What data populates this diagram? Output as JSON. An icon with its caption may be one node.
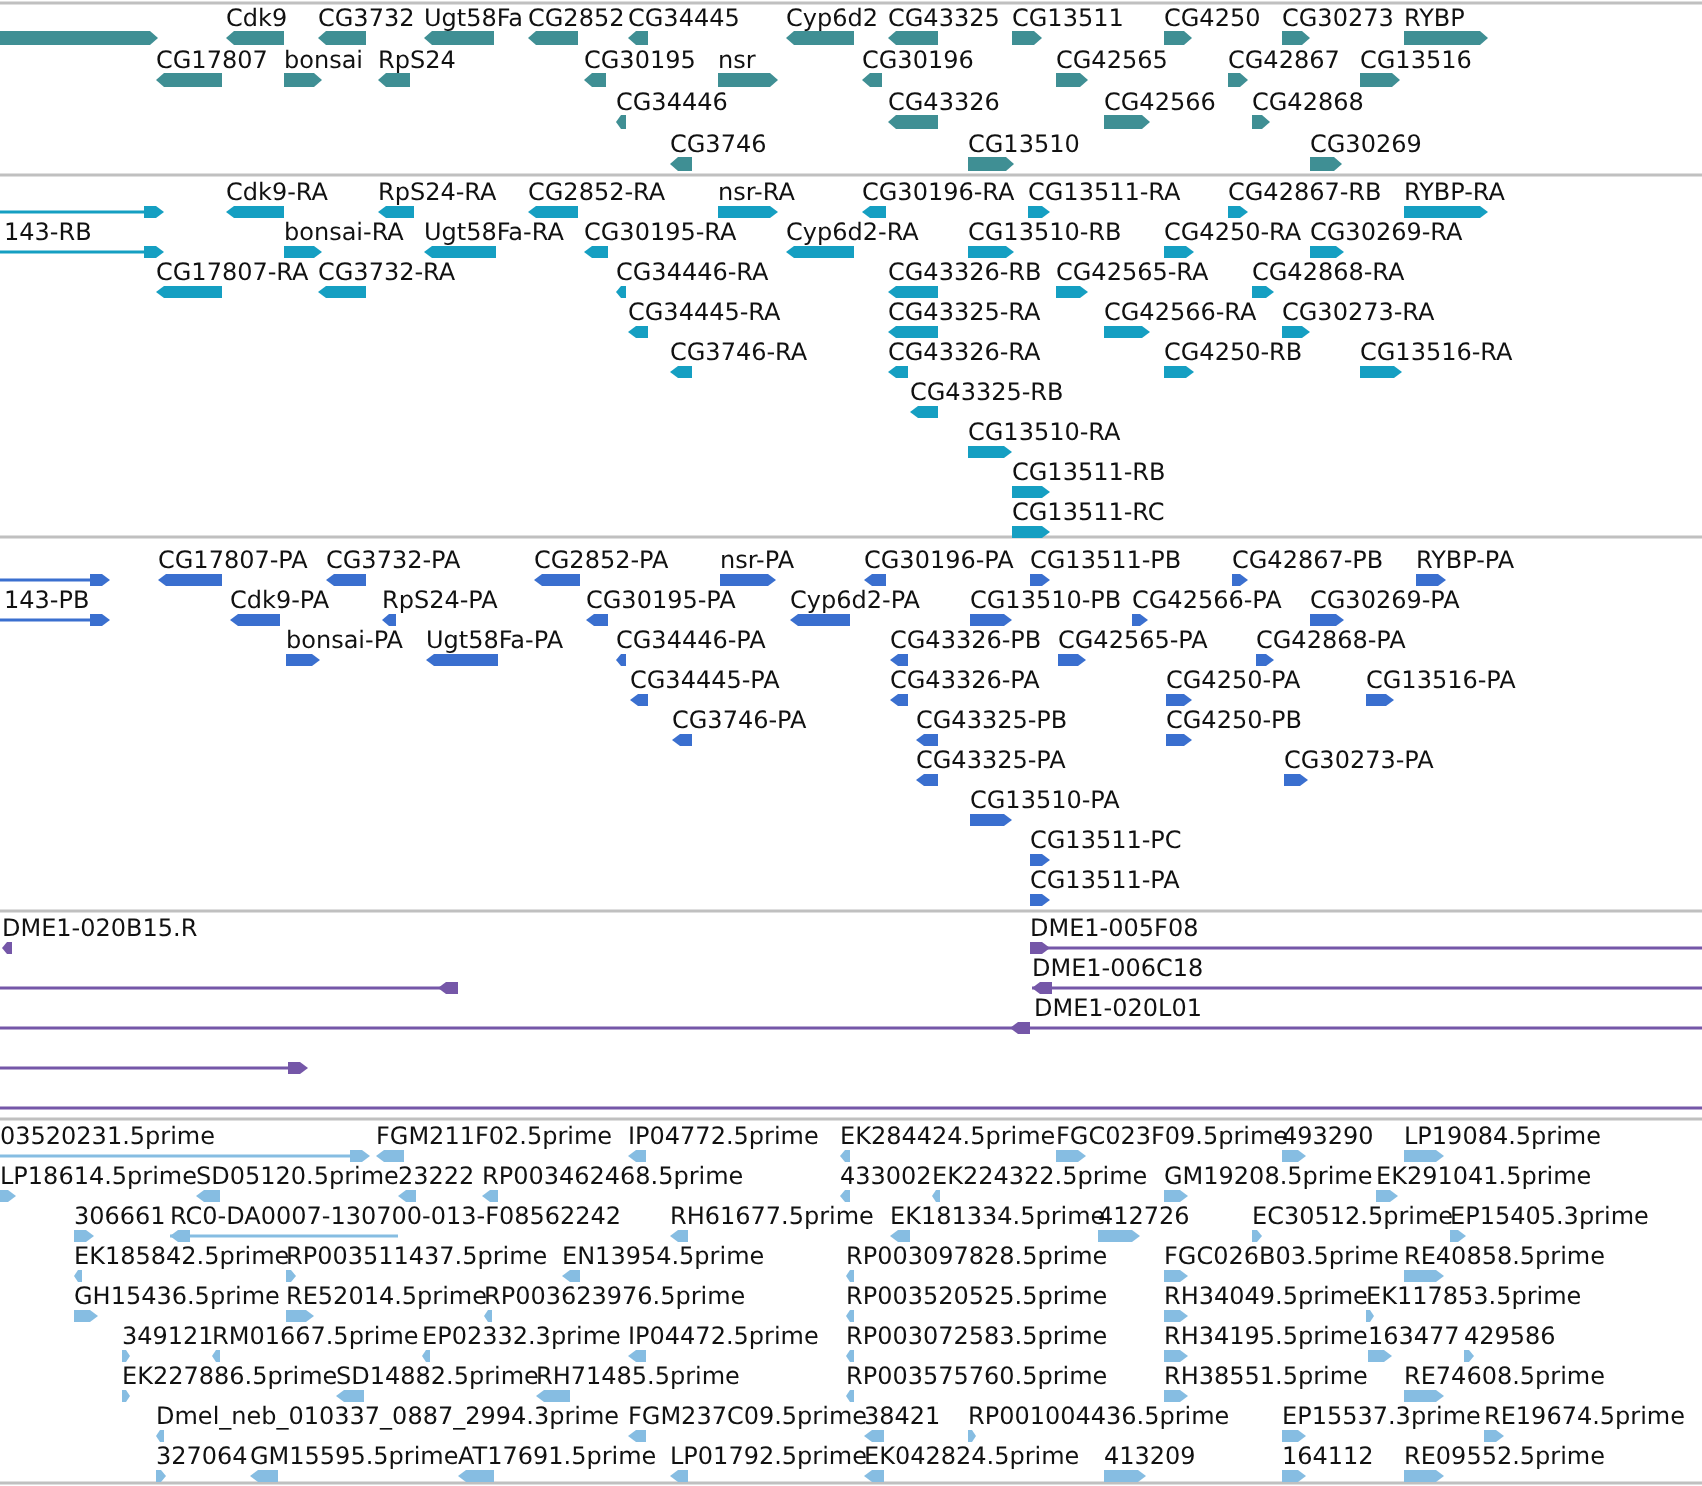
{
  "diagram": {
    "labels": [
      "Cdk9",
      "CG3732",
      "Ugt58Fa",
      "CG2852",
      "CG34445",
      "Cyp6d2",
      "CG43325",
      "CG13511",
      "CG4250",
      "CG30273",
      "RYBP",
      "CG17807",
      "bonsai",
      "RpS24",
      "CG30195",
      "nsr",
      "CG30196",
      "CG42565",
      "CG42867",
      "CG13516",
      "CG34446",
      "CG43326",
      "CG42566",
      "CG42868",
      "CG3746",
      "CG13510",
      "CG30269",
      "Cdk9-RA",
      "RpS24-RA",
      "CG2852-RA",
      "nsr-RA",
      "CG30196-RA",
      "CG13511-RA",
      "CG42867-RB",
      "RYBP-RA",
      "143-RB",
      "bonsai-RA",
      "Ugt58Fa-RA",
      "CG30195-RA",
      "Cyp6d2-RA",
      "CG13510-RB",
      "CG4250-RA",
      "CG30269-RA",
      "CG17807-RA",
      "CG3732-RA",
      "CG34446-RA",
      "CG43326-RB",
      "CG42565-RA",
      "CG42868-RA",
      "CG34445-RA",
      "CG43325-RA",
      "CG42566-RA",
      "CG30273-RA",
      "CG3746-RA",
      "CG43326-RA",
      "CG4250-RB",
      "CG13516-RA",
      "CG43325-RB",
      "CG13510-RA",
      "CG13511-RB",
      "CG13511-RC",
      "CG17807-PA",
      "CG3732-PA",
      "CG2852-PA",
      "nsr-PA",
      "CG30196-PA",
      "CG13511-PB",
      "CG42867-PB",
      "RYBP-PA",
      "143-PB",
      "Cdk9-PA",
      "RpS24-PA",
      "CG30195-PA",
      "Cyp6d2-PA",
      "CG13510-PB",
      "CG42566-PA",
      "CG30269-PA",
      "bonsai-PA",
      "Ugt58Fa-PA",
      "CG34446-PA",
      "CG43326-PB",
      "CG42565-PA",
      "CG42868-PA",
      "CG34445-PA",
      "CG43326-PA",
      "CG4250-PA",
      "CG13516-PA",
      "CG3746-PA",
      "CG43325-PB",
      "CG4250-PB",
      "CG43325-PA",
      "CG30273-PA",
      "CG13510-PA",
      "CG13511-PC",
      "CG13511-PA",
      "DME1-020B15.R",
      "DME1-005F08",
      "DME1-006C18",
      "DME1-020L01",
      "03520231.5prime",
      "FGM211F02.5prime",
      "IP04772.5prime",
      "EK284424.5prime",
      "FGC023F09.5prime",
      "493290",
      "LP19084.5prime",
      "LP18614.5prime",
      "SD05120.5prime",
      "23222",
      "RP003462468.5prime",
      "433002",
      "EK224322.5prime",
      "GM19208.5prime",
      "EK291041.5prime",
      "306661",
      "RC0-DA0007-130700-013-F08562242",
      "RH61677.5prime",
      "EK181334.5prime",
      "412726",
      "EC30512.5prime",
      "EP15405.3prime",
      "EK185842.5prime",
      "RP003511437.5prime",
      "EN13954.5prime",
      "RP003097828.5prime",
      "FGC026B03.5prime",
      "RE40858.5prime",
      "GH15436.5prime",
      "RE52014.5prime",
      "RP003623976.5prime",
      "RP003520525.5prime",
      "RH34049.5prime",
      "EK117853.5prime",
      "349121",
      "RM01667.5prime",
      "EP02332.3prime",
      "IP04472.5prime",
      "RP003072583.5prime",
      "RH34195.5prime",
      "163477",
      "429586",
      "EK227886.5prime",
      "SD14882.5prime",
      "RH71485.5prime",
      "RP003575760.5prime",
      "RH38551.5prime",
      "RE74608.5prime",
      "Dmel_neb_010337_0887_2994.3prime",
      "FGM237C09.5prime",
      "38421",
      "RP001004436.5prime",
      "EP15537.3prime",
      "RE19674.5prime",
      "327064",
      "GM15595.5prime",
      "AT17691.5prime",
      "LP01792.5prime",
      "EK042824.5prime",
      "413209",
      "164112",
      "RE09552.5prime"
    ]
  }
}
